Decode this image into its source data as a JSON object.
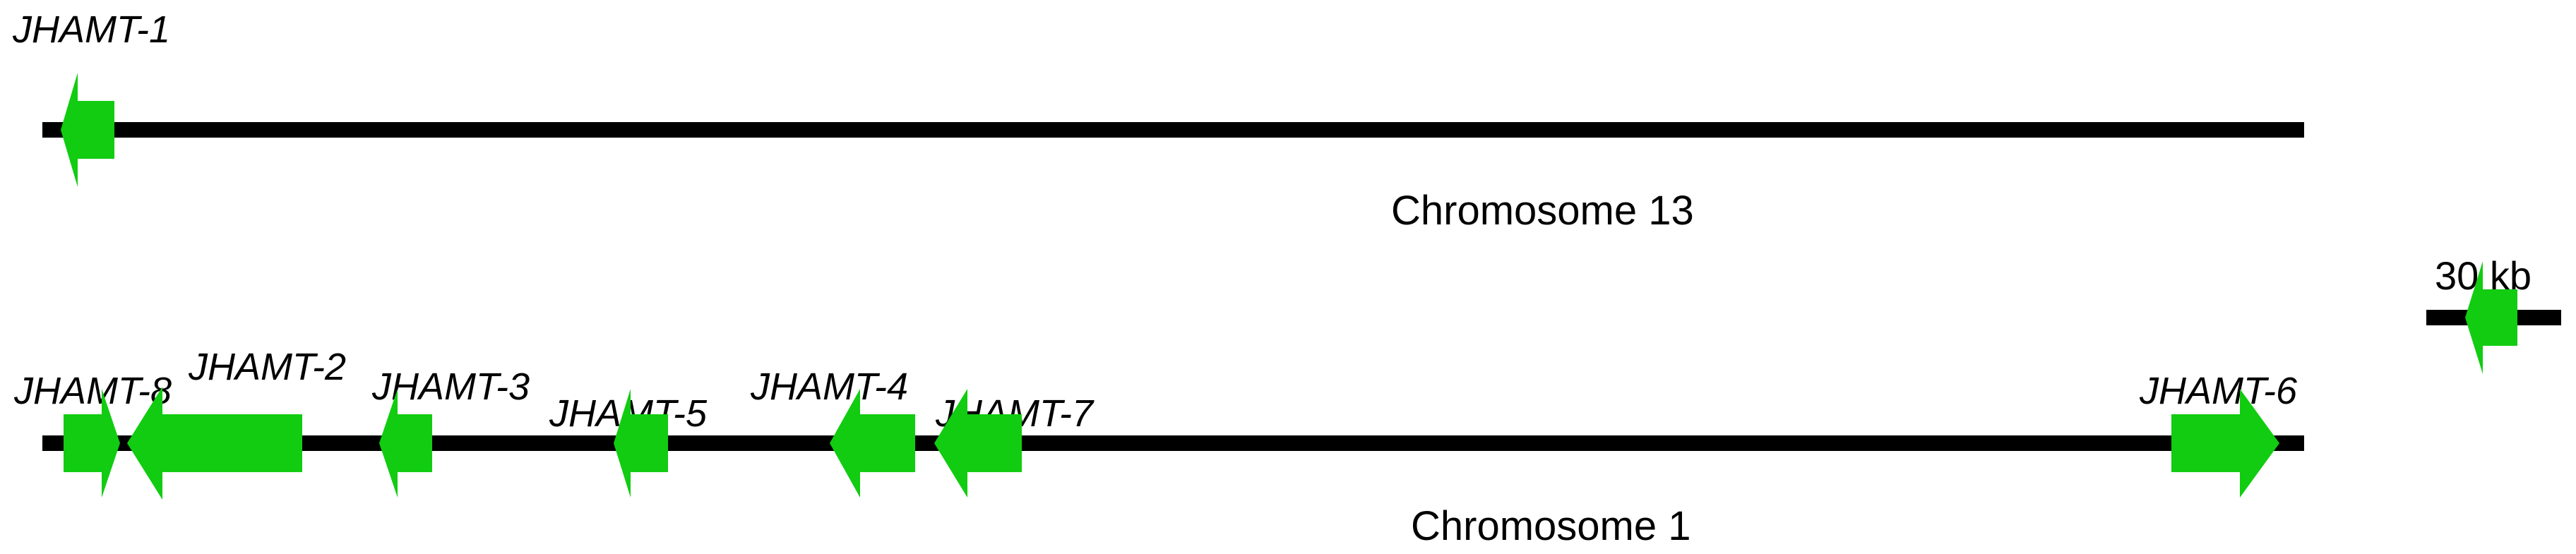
{
  "colors": {
    "gene": "#11cc11",
    "chromosome": "#000000",
    "background": "#ffffff"
  },
  "chromosomes": [
    {
      "id": "chr13",
      "label": "Chromosome 13",
      "genes": [
        {
          "name": "JHAMT-1",
          "strand": "-"
        }
      ]
    },
    {
      "id": "chr1",
      "label": "Chromosome 1",
      "genes": [
        {
          "name": "JHAMT-8",
          "strand": "+"
        },
        {
          "name": "JHAMT-2",
          "strand": "-"
        },
        {
          "name": "JHAMT-3",
          "strand": "-"
        },
        {
          "name": "JHAMT-5",
          "strand": "-"
        },
        {
          "name": "JHAMT-4",
          "strand": "-"
        },
        {
          "name": "JHAMT-7",
          "strand": "-"
        },
        {
          "name": "JHAMT-6",
          "strand": "+"
        }
      ]
    }
  ],
  "scale_bar": {
    "label": "30 kb"
  }
}
